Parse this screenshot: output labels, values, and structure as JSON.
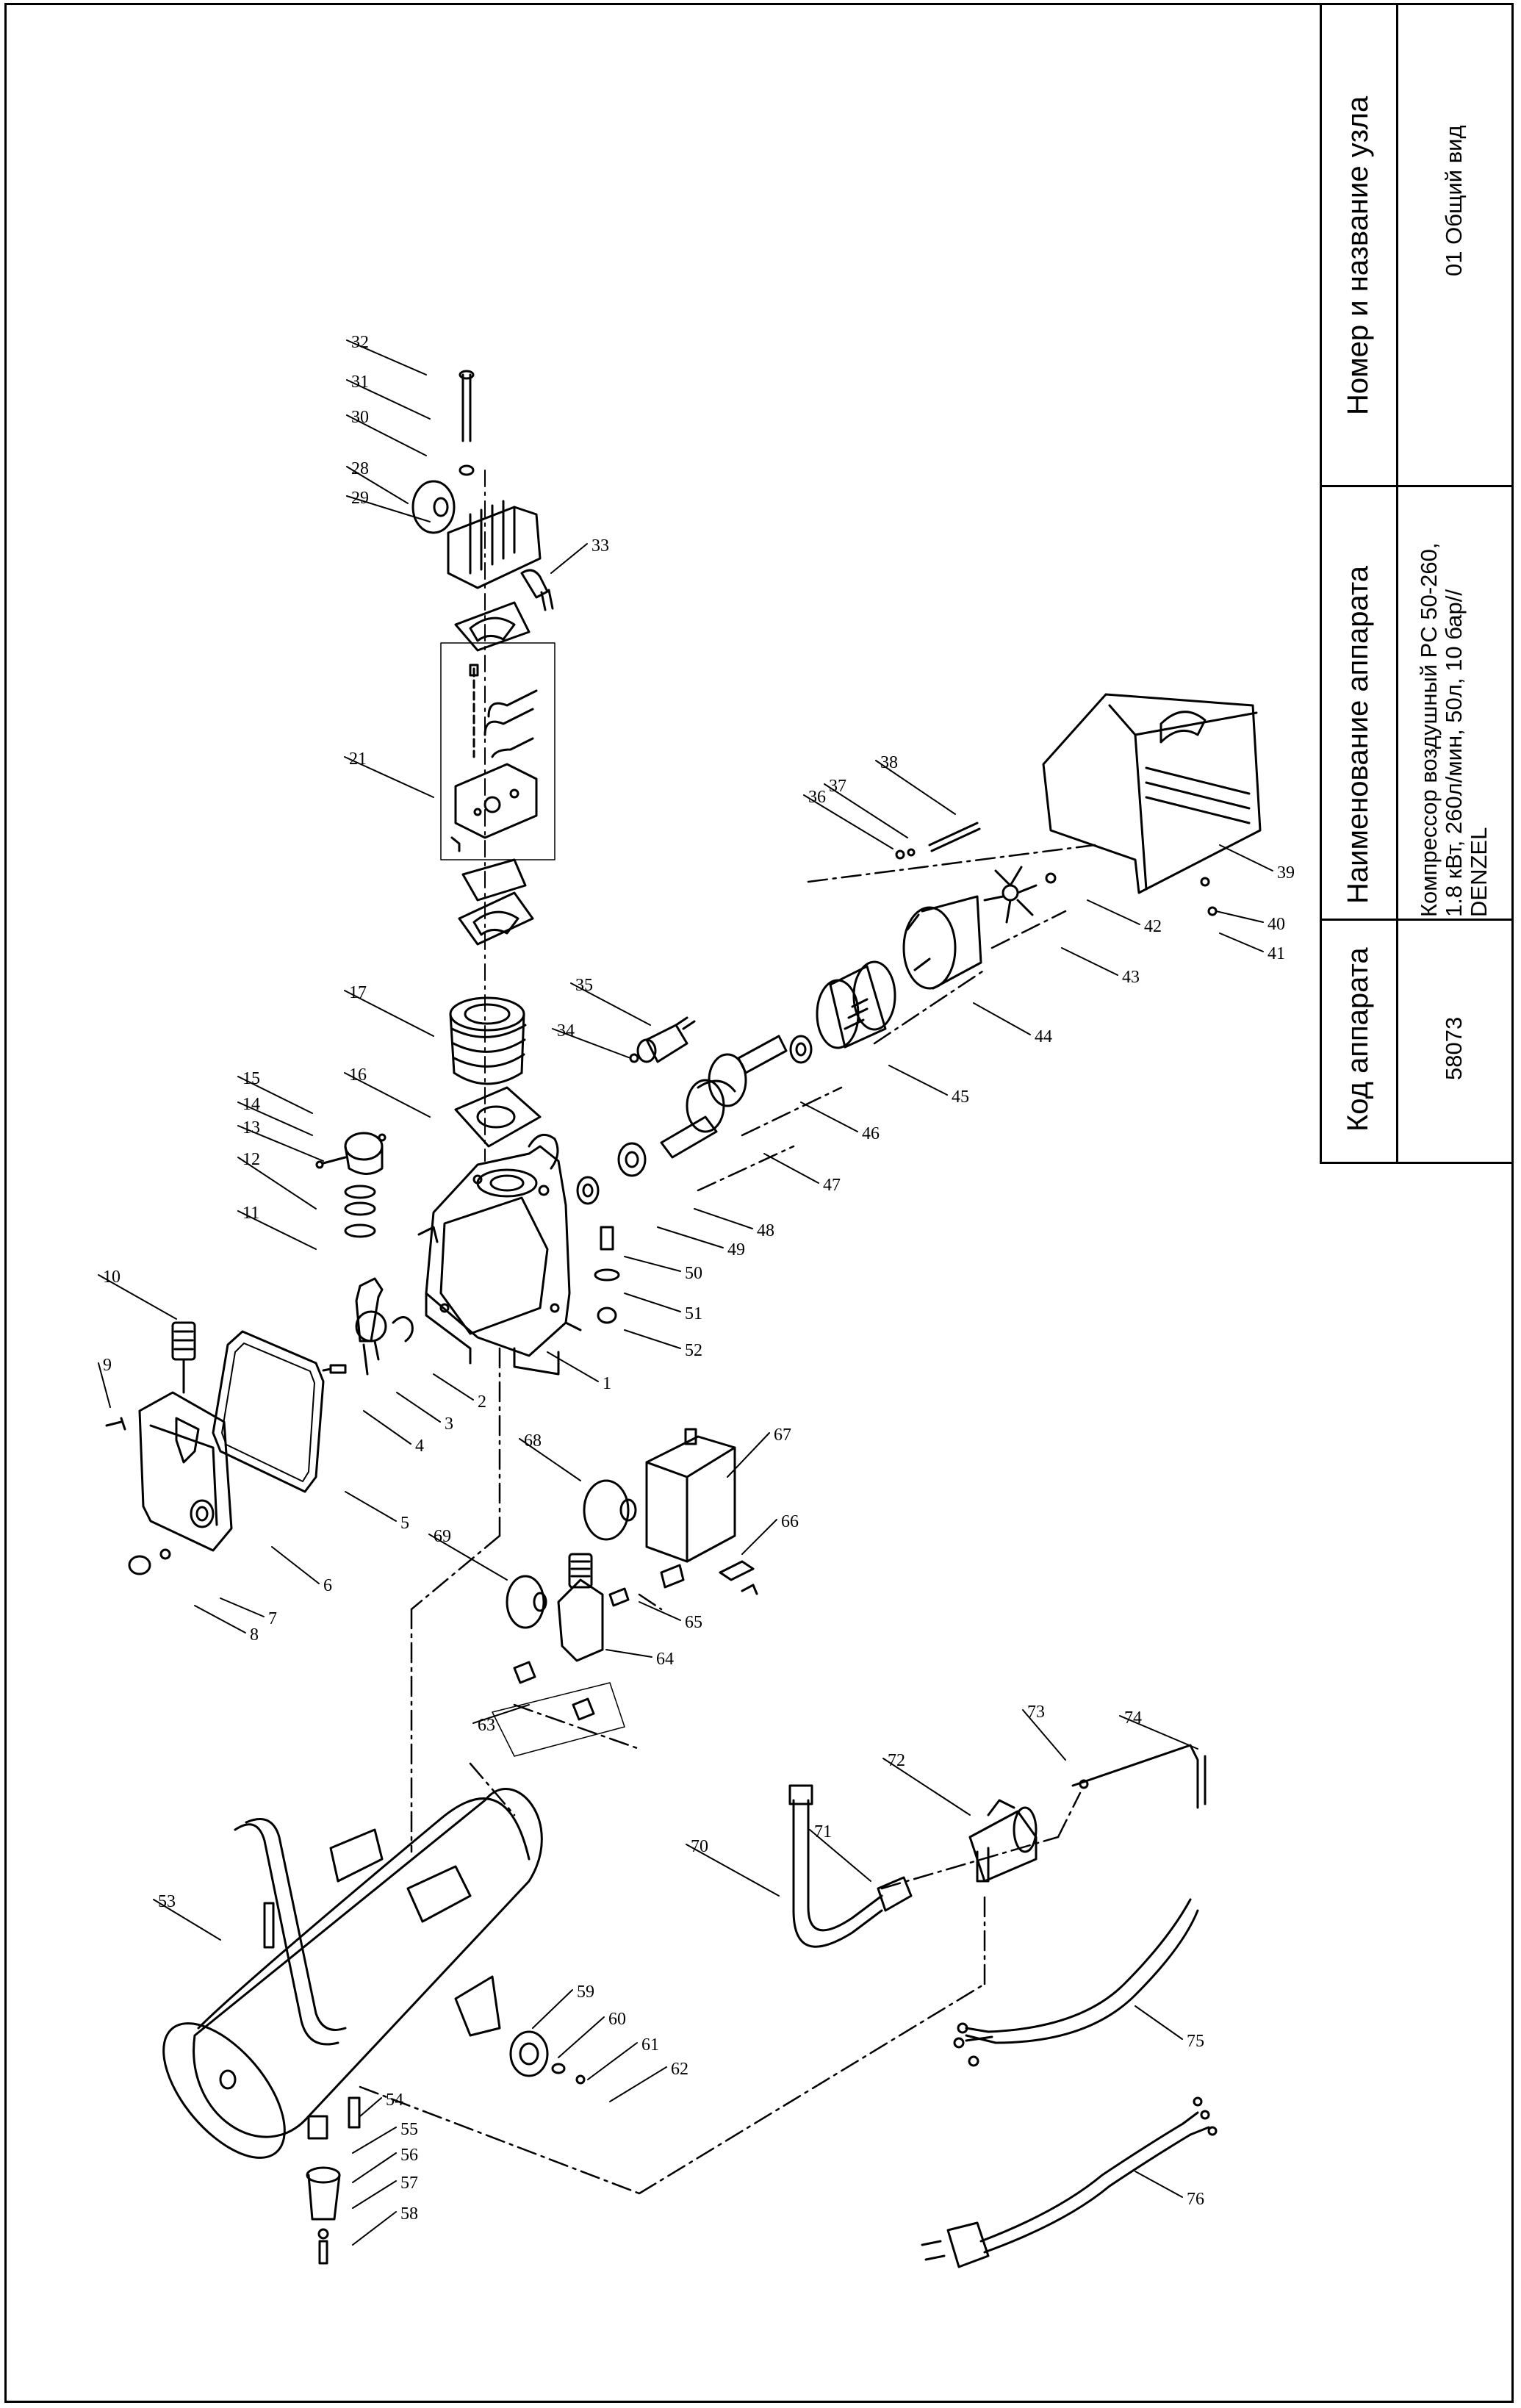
{
  "title_block": {
    "header_code": "Код аппарата",
    "header_name": "Наименование аппарата",
    "header_node": "Номер и название узла",
    "code_value": "58073",
    "name_lines": [
      "Компрессор воздушный  PC 50-260,",
      "1.8 кВт, 260л/мин, 50л, 10 бар//",
      "DENZEL"
    ],
    "node_value": "01 Общий вид"
  },
  "callouts": [
    "1",
    "2",
    "3",
    "4",
    "5",
    "6",
    "7",
    "8",
    "9",
    "10",
    "11",
    "12",
    "13",
    "14",
    "15",
    "16",
    "17",
    "21",
    "28",
    "29",
    "30",
    "31",
    "32",
    "33",
    "34",
    "35",
    "36",
    "37",
    "38",
    "39",
    "40",
    "41",
    "42",
    "43",
    "44",
    "45",
    "46",
    "47",
    "48",
    "49",
    "50",
    "51",
    "52",
    "53",
    "54",
    "55",
    "56",
    "57",
    "58",
    "59",
    "60",
    "61",
    "62",
    "63",
    "64",
    "65",
    "66",
    "67",
    "68",
    "69",
    "70",
    "71",
    "72",
    "73",
    "74",
    "75",
    "76"
  ]
}
